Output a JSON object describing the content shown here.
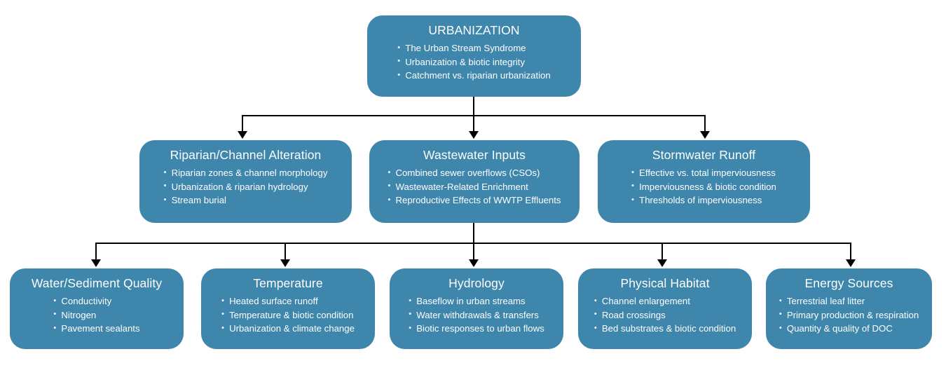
{
  "diagram": {
    "title": "Urbanization effects on streams conceptual flow chart",
    "accent_color": "#3E86AB",
    "text_color": "#FFFFFF",
    "connector_color": "#000000",
    "background": "#FFFFFF"
  },
  "levels": [
    {
      "name": "driver",
      "nodes": [
        {
          "id": "urbanization",
          "title": "URBANIZATION",
          "items": [
            "The Urban Stream Syndrome",
            "Urbanization & biotic integrity",
            "Catchment vs. riparian urbanization"
          ]
        }
      ]
    },
    {
      "name": "pathways",
      "nodes": [
        {
          "id": "riparian-channel-alteration",
          "title": "Riparian/Channel Alteration",
          "items": [
            "Riparian zones & channel morphology",
            "Urbanization & riparian hydrology",
            "Stream burial"
          ]
        },
        {
          "id": "wastewater-inputs",
          "title": "Wastewater Inputs",
          "items": [
            "Combined sewer overflows (CSOs)",
            "Wastewater-Related Enrichment",
            "Reproductive Effects of WWTP Effluents"
          ]
        },
        {
          "id": "stormwater-runoff",
          "title": "Stormwater Runoff",
          "items": [
            "Effective vs. total imperviousness",
            "Imperviousness & biotic condition",
            "Thresholds of imperviousness"
          ]
        }
      ]
    },
    {
      "name": "responses",
      "nodes": [
        {
          "id": "water-sediment-quality",
          "title": "Water/Sediment Quality",
          "items": [
            "Conductivity",
            "Nitrogen",
            "Pavement sealants"
          ]
        },
        {
          "id": "temperature",
          "title": "Temperature",
          "items": [
            "Heated surface runoff",
            "Temperature & biotic condition",
            "Urbanization & climate change"
          ]
        },
        {
          "id": "hydrology",
          "title": "Hydrology",
          "items": [
            "Baseflow in urban streams",
            "Water withdrawals & transfers",
            "Biotic responses to urban flows"
          ]
        },
        {
          "id": "physical-habitat",
          "title": "Physical Habitat",
          "items": [
            "Channel enlargement",
            "Road crossings",
            "Bed substrates & biotic condition"
          ]
        },
        {
          "id": "energy-sources",
          "title": "Energy Sources",
          "items": [
            "Terrestrial leaf litter",
            "Primary production & respiration",
            "Quantity & quality of DOC"
          ]
        }
      ]
    }
  ]
}
